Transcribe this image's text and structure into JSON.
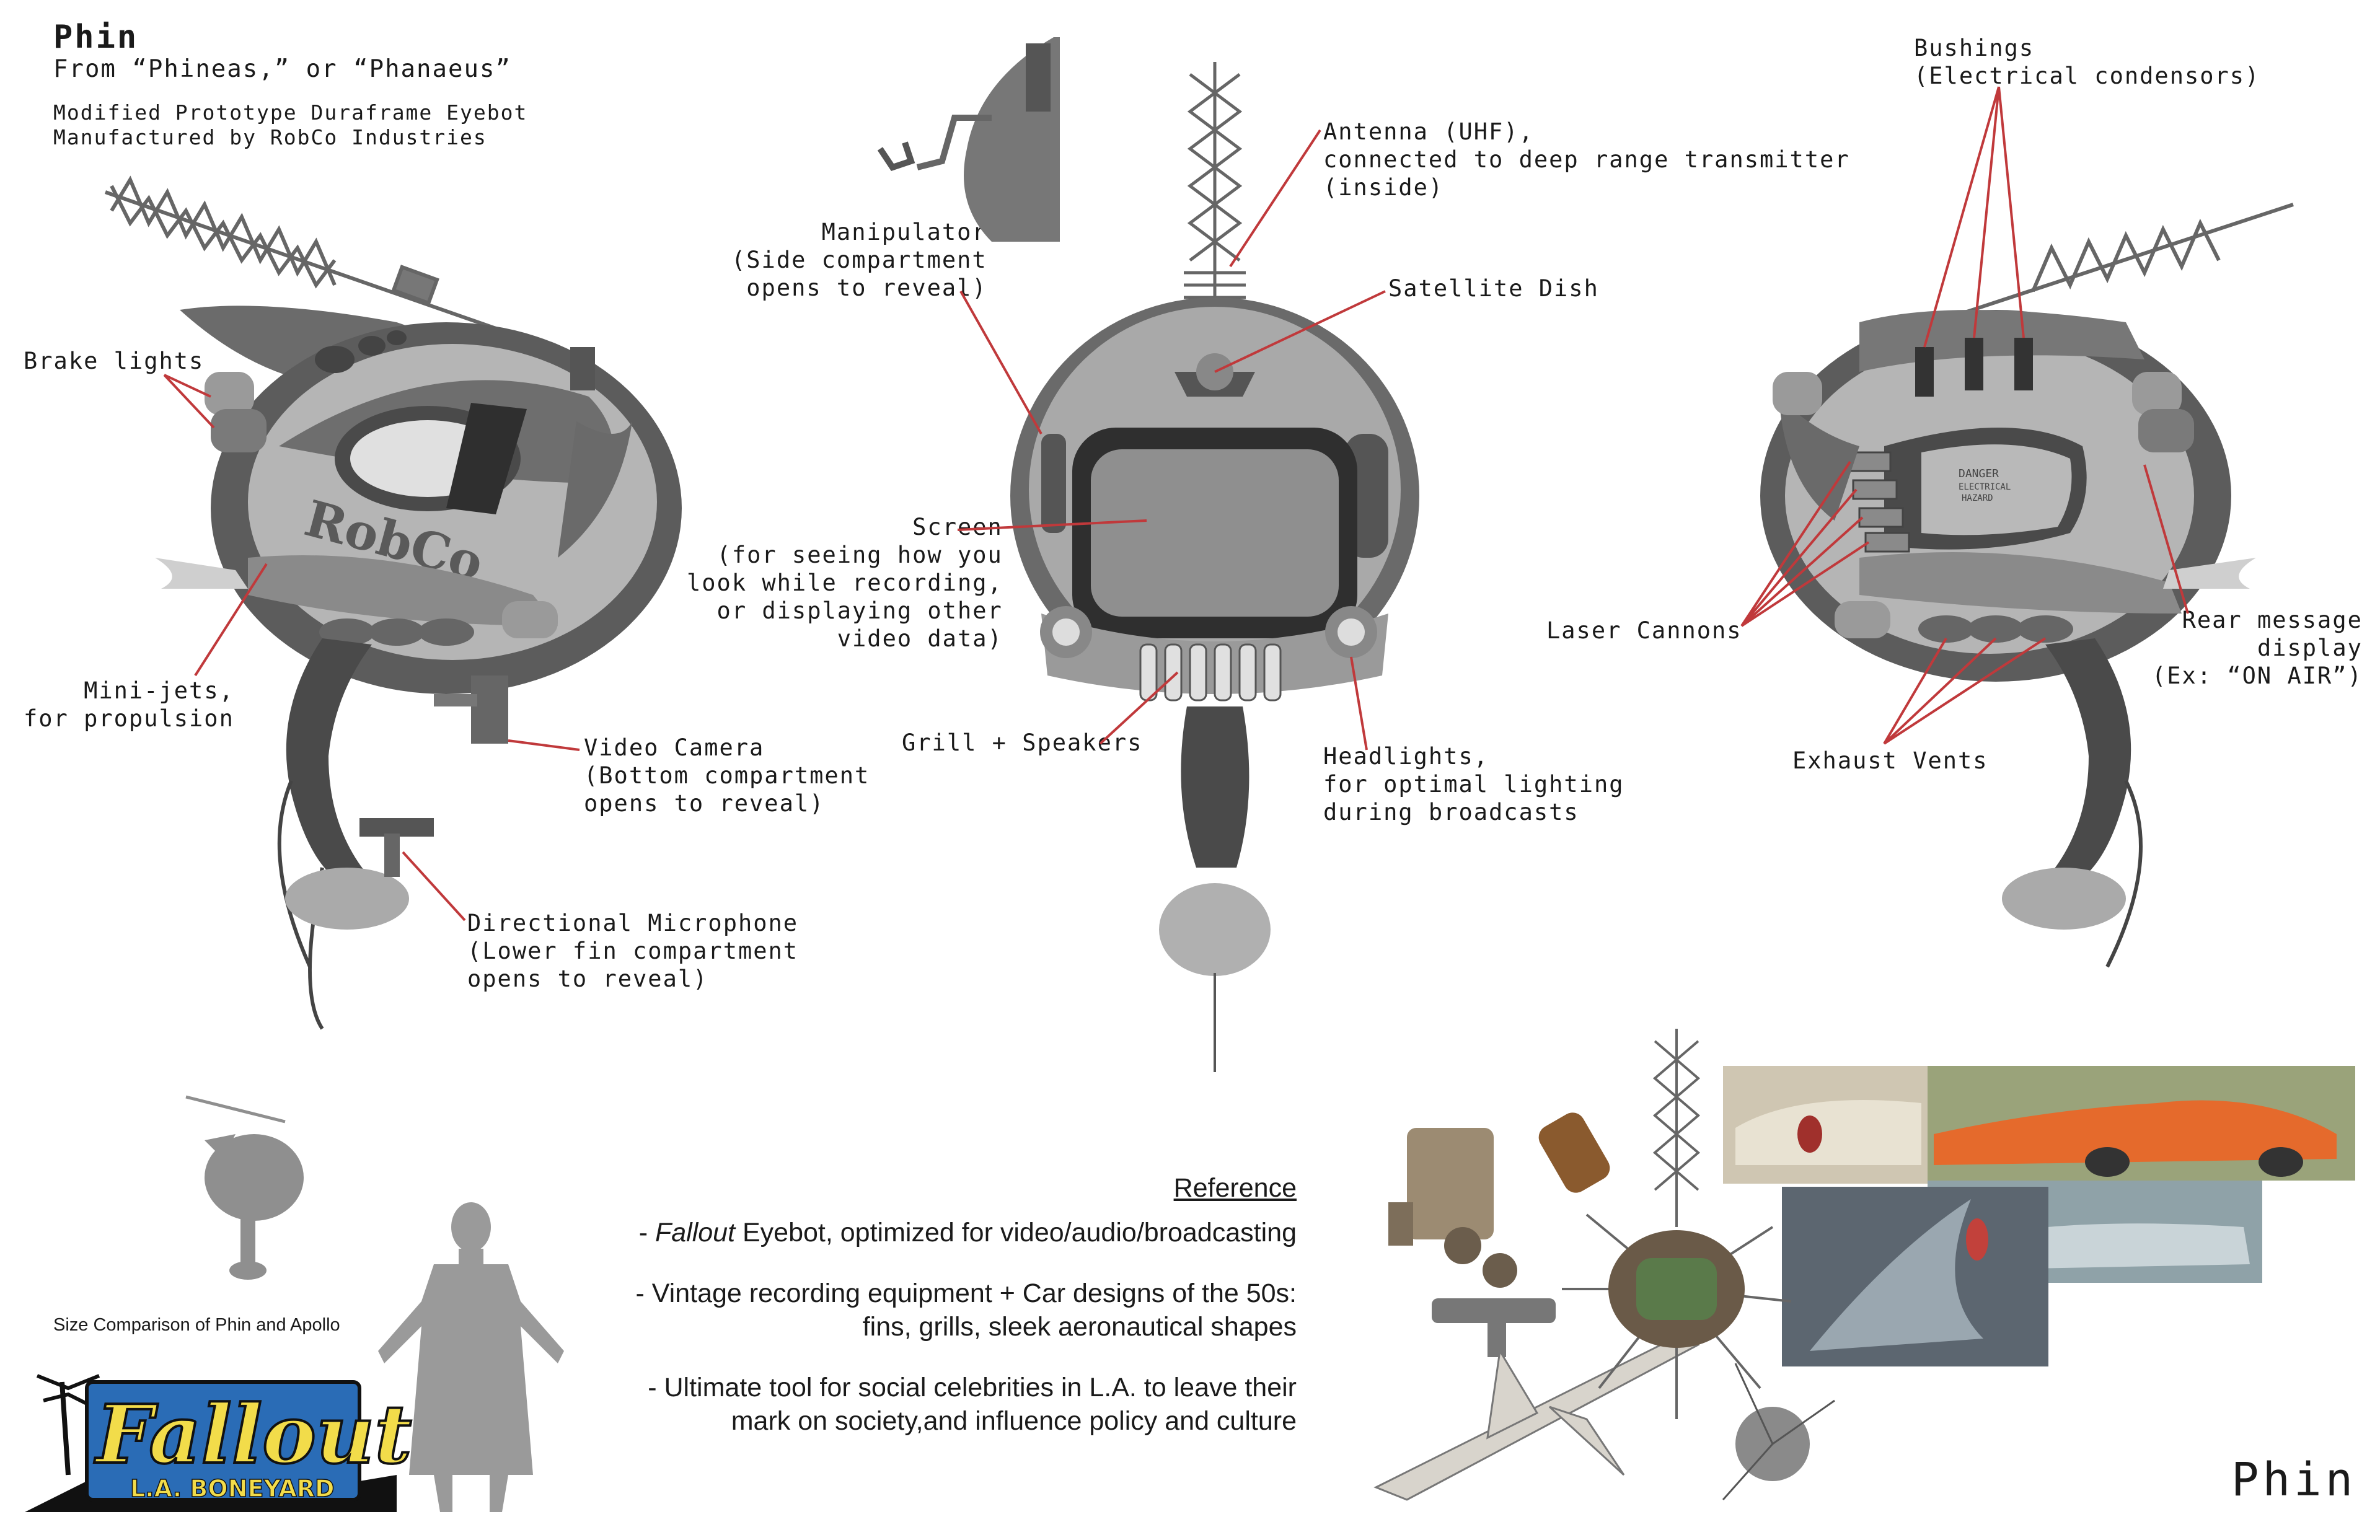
{
  "header": {
    "title": "Phin",
    "origin": "From “Phineas,” or “Phanaeus”",
    "model_line1": "Modified Prototype Duraframe Eyebot",
    "model_line2": "Manufactured by RobCo Industries"
  },
  "left_view": {
    "brake_lights": "Brake lights",
    "mini_jets": [
      "Mini-jets,",
      "for propulsion"
    ],
    "video_camera": [
      "Video Camera",
      "(Bottom compartment",
      "opens to reveal)"
    ],
    "microphone": [
      "Directional Microphone",
      "(Lower fin compartment",
      "opens to reveal)"
    ],
    "body_logo": "RobCo"
  },
  "front_view": {
    "manipulator": [
      "Manipulator",
      "(Side compartment",
      "opens to reveal)"
    ],
    "antenna": [
      "Antenna (UHF),",
      "connected to deep range transmitter",
      "(inside)"
    ],
    "satellite": "Satellite Dish",
    "screen": [
      "Screen",
      "(for seeing how you",
      "look while recording,",
      "or displaying other",
      "video data)"
    ],
    "grill": "Grill + Speakers",
    "headlights": [
      "Headlights,",
      "for optimal lighting",
      "during broadcasts"
    ]
  },
  "rear_view": {
    "bushings": [
      "Bushings",
      "(Electrical condensors)"
    ],
    "laser": "Laser Cannons",
    "rear_display": [
      "Rear message",
      "display",
      "(Ex: “ON AIR”)"
    ],
    "exhaust": "Exhaust Vents",
    "panel_text": [
      "DANGER",
      "ELECTRICAL",
      "HAZARD"
    ]
  },
  "size_comparison": {
    "caption": "Size Comparison of Phin and Apollo"
  },
  "logo": {
    "main": "Fallout",
    "sub": "L.A. BONEYARD"
  },
  "reference": {
    "title": "Reference",
    "item1_italic": "Fallout",
    "item1_rest": " Eyebot, optimized for video/audio/broadcasting",
    "item2_line1": "- Vintage recording equipment + Car designs of the 50s:",
    "item2_line2": "fins, grills, sleek aeronautical shapes",
    "item3_line1": "- Ultimate tool for social celebrities in L.A. to leave their",
    "item3_line2": "mark on society,and influence policy and culture"
  },
  "footer_name": "Phin",
  "colors": {
    "leader_line": "#c0393b",
    "robot_dark": "#555555",
    "robot_mid": "#8a8a8a",
    "robot_light": "#b9b9b9",
    "logo_yellow": "#f2dc4a",
    "logo_blue": "#2a6cb6"
  }
}
